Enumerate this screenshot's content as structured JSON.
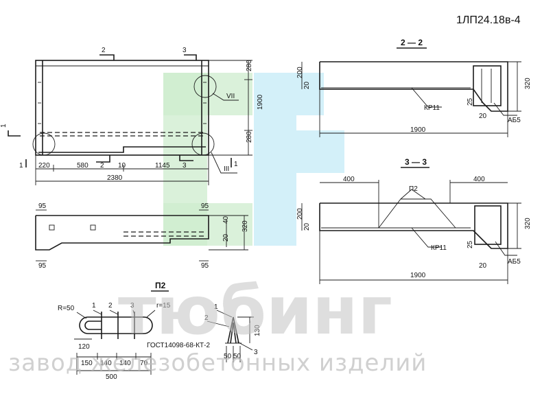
{
  "drawing_code": "1ЛП24.18в-4",
  "section_labels": {
    "s22": "2 — 2",
    "s33": "3 — 3",
    "p2": "П2"
  },
  "cut_marks": [
    "2",
    "3",
    "2",
    "3",
    "1",
    "1",
    "1"
  ],
  "callouts": {
    "vii": "VII",
    "iii": "III",
    "kp11": "КР11",
    "ab5": "АБ5",
    "p2": "П2"
  },
  "dims_plan": [
    "220",
    "580",
    "10",
    "1145",
    "2380",
    "280",
    "1900",
    "280"
  ],
  "dims_side": [
    "95",
    "95",
    "95",
    "40",
    "20",
    "320",
    "95"
  ],
  "dims_s22": [
    "200",
    "20",
    "320",
    "25",
    "20",
    "1900"
  ],
  "dims_s33": [
    "400",
    "400",
    "200",
    "20",
    "320",
    "25",
    "20",
    "1900"
  ],
  "p2_labels": [
    "R=50",
    "1",
    "2",
    "3",
    "r=15",
    "120",
    "150",
    "140",
    "140",
    "70",
    "500",
    "1",
    "2",
    "3",
    "130",
    "50",
    "50"
  ],
  "standard": "ГОСТ14098-68-КТ-2",
  "watermark": {
    "brand": "тюбинг",
    "tagline": "завод железобетонных изделий"
  },
  "colors": {
    "line": "#1a1a1a",
    "logo_green": "#cdeccd",
    "logo_blue": "#c8ecf7",
    "watermark": "#c4c4c4"
  }
}
